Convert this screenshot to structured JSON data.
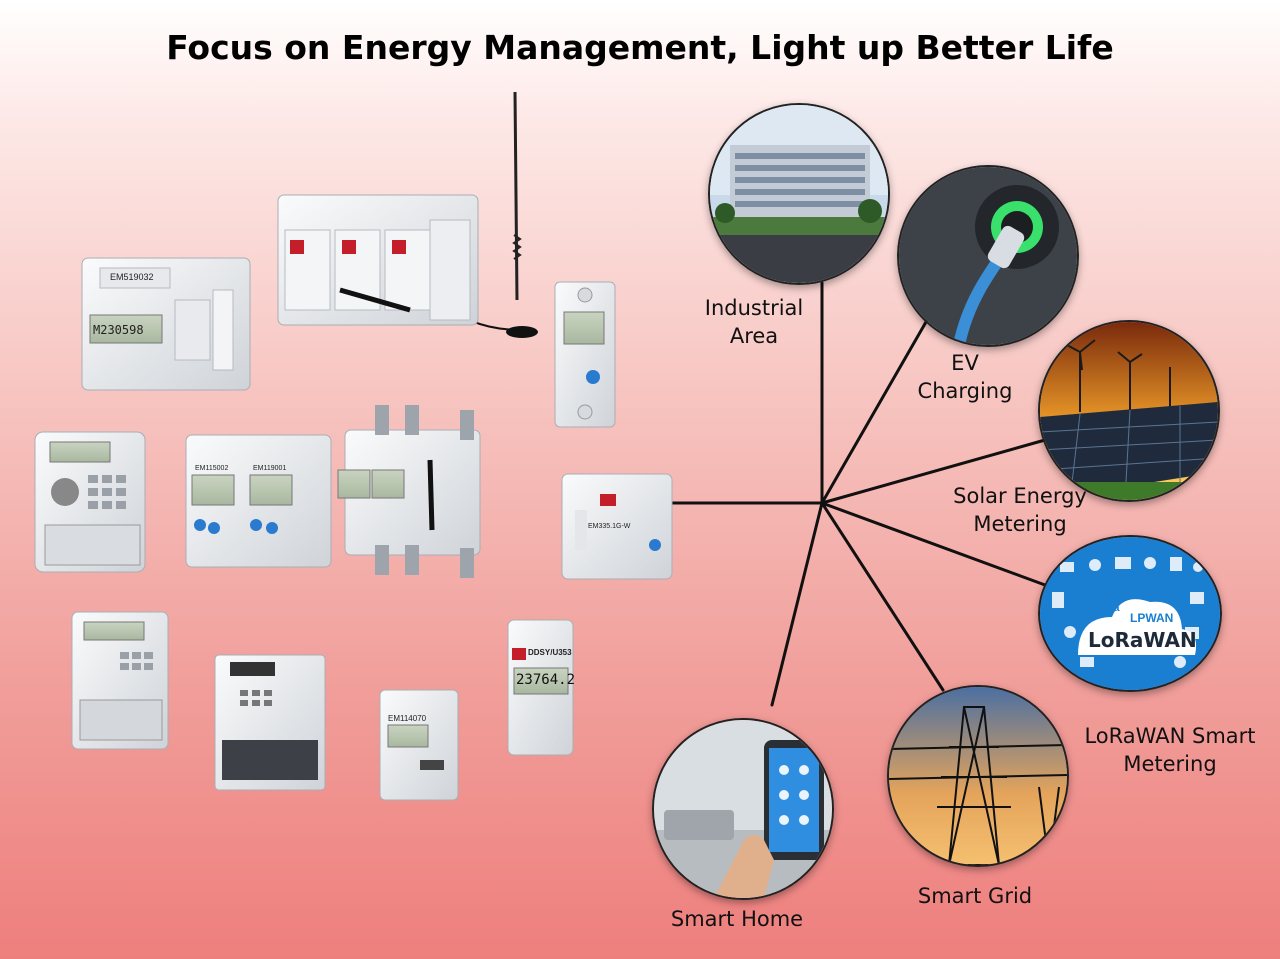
{
  "title": "Focus on Energy Management, Light up Better Life",
  "applications": [
    {
      "line1": "Industrial",
      "line2": "Area",
      "scene": "industrial-building"
    },
    {
      "line1": "EV",
      "line2": "Charging",
      "scene": "ev-charger"
    },
    {
      "line1": "Solar Energy",
      "line2": "Metering",
      "scene": "solar-panels-wind-turbines"
    },
    {
      "line1": "LoRaWAN Smart",
      "line2": "Metering",
      "scene": "lorawan-iot"
    },
    {
      "line1": "Smart Grid",
      "line2": "",
      "scene": "power-tower"
    },
    {
      "line1": "Smart Home",
      "line2": "",
      "scene": "smart-home-phone"
    }
  ],
  "lorawan_badge": {
    "lora": "LoRa",
    "lpwan": "LPWAN",
    "brand": "LoRaWAN"
  },
  "meter_labels": {
    "m1": "EM519032",
    "m1_digits": "M230598",
    "m2": "EM114070",
    "m3": "DDSY/U353",
    "m3_display": "23764.2",
    "m4": "EM335.1G-W",
    "m5": "EM115002",
    "m6": "EM119001"
  },
  "colors": {
    "line": "#111111",
    "bg_bottom": "#ee7f7d",
    "meter_body": "#eef0f2"
  }
}
